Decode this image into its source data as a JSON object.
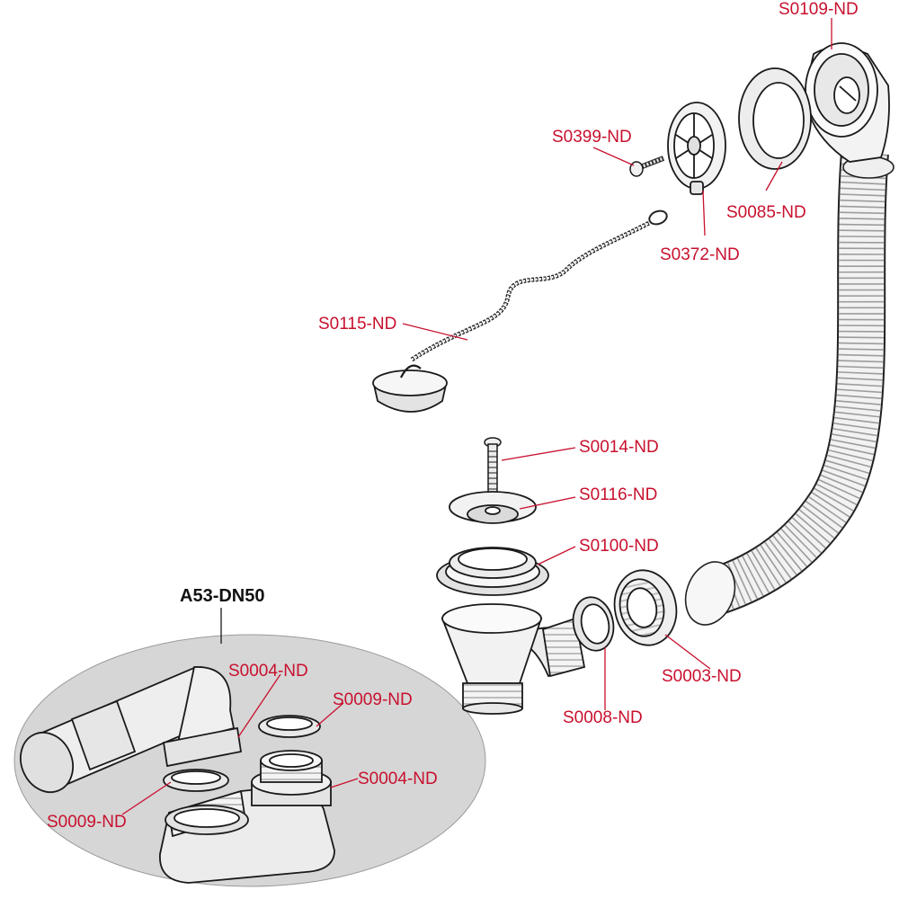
{
  "colors": {
    "label": "#c8102e",
    "title": "#111111",
    "inset_fill": "#d6d6d6",
    "part_stroke": "#1a1a1a",
    "leader": "#c8102e"
  },
  "title": "A53-DN50",
  "parts": [
    {
      "id": "p1",
      "code": "S0109-ND"
    },
    {
      "id": "p2",
      "code": "S0399-ND"
    },
    {
      "id": "p3",
      "code": "S0085-ND"
    },
    {
      "id": "p4",
      "code": "S0372-ND"
    },
    {
      "id": "p5",
      "code": "S0115-ND"
    },
    {
      "id": "p6",
      "code": "S0014-ND"
    },
    {
      "id": "p7",
      "code": "S0116-ND"
    },
    {
      "id": "p8",
      "code": "S0100-ND"
    },
    {
      "id": "p9",
      "code": "S0003-ND"
    },
    {
      "id": "p10",
      "code": "S0008-ND"
    },
    {
      "id": "p11",
      "code": "S0004-ND"
    },
    {
      "id": "p12",
      "code": "S0009-ND"
    },
    {
      "id": "p13",
      "code": "S0004-ND"
    },
    {
      "id": "p14",
      "code": "S0009-ND"
    }
  ]
}
